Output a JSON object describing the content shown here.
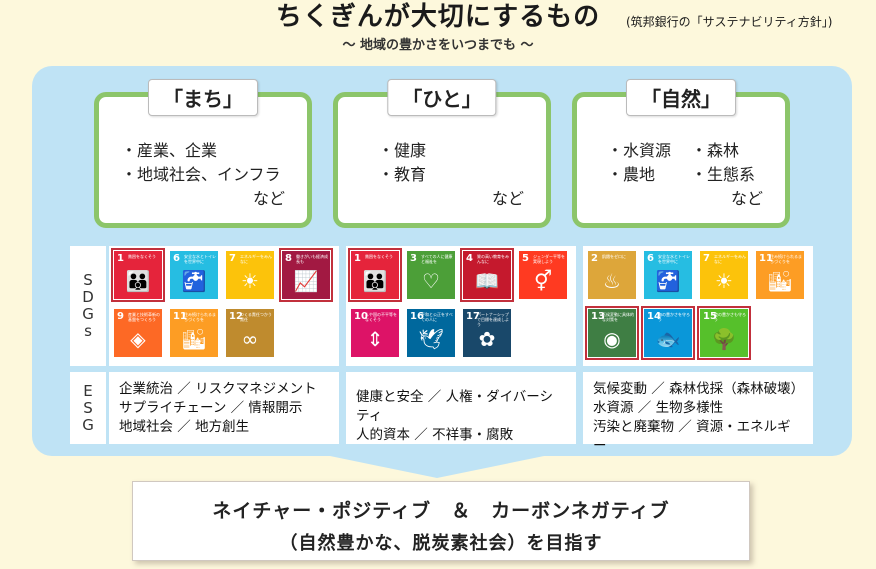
{
  "header": {
    "title": "ちくぎんが大切にするもの",
    "source": "(筑邦銀行の「サステナビリティ方針」)",
    "subtitle": "〜 地域の豊かさをいつまでも 〜"
  },
  "categories": [
    {
      "title": "「まち」",
      "items": [
        "・産業、企業",
        "・地域社会、インフラ"
      ],
      "etc": "など"
    },
    {
      "title": "「ひと」",
      "items": [
        "・健康",
        "・教育"
      ],
      "etc": "など"
    },
    {
      "title": "「自然」",
      "col1": [
        "・水資源",
        "・農地"
      ],
      "col2": [
        "・森林",
        "・生態系"
      ],
      "etc": "など"
    }
  ],
  "labels": {
    "sdgs": [
      "S",
      "D",
      "G",
      "s"
    ],
    "esg": [
      "E",
      "S",
      "G"
    ]
  },
  "sdg_groups": [
    [
      {
        "num": "1",
        "label": "貧困をなくそう",
        "color": "#e5243b",
        "icon": "people-icon",
        "glyph": "👪",
        "highlight": true
      },
      {
        "num": "6",
        "label": "安全な水とトイレを世界中に",
        "color": "#26bde2",
        "icon": "water-icon",
        "glyph": "🚰",
        "highlight": false
      },
      {
        "num": "7",
        "label": "エネルギーをみんなに",
        "color": "#fcc30b",
        "icon": "sun-icon",
        "glyph": "☀",
        "highlight": false
      },
      {
        "num": "8",
        "label": "働きがいも経済成長も",
        "color": "#a21942",
        "icon": "growth-chart-icon",
        "glyph": "📈",
        "highlight": true
      },
      {
        "num": "9",
        "label": "産業と技術革新の基盤をつくろう",
        "color": "#fd6925",
        "icon": "cubes-icon",
        "glyph": "◈",
        "highlight": false
      },
      {
        "num": "11",
        "label": "住み続けられるまちづくりを",
        "color": "#fd9d24",
        "icon": "city-icon",
        "glyph": "🏙",
        "highlight": false
      },
      {
        "num": "12",
        "label": "つくる責任つかう責任",
        "color": "#bf8b2e",
        "icon": "infinity-icon",
        "glyph": "∞",
        "highlight": false
      }
    ],
    [
      {
        "num": "1",
        "label": "貧困をなくそう",
        "color": "#e5243b",
        "icon": "people-icon",
        "glyph": "👪",
        "highlight": true
      },
      {
        "num": "3",
        "label": "すべての人に健康と福祉を",
        "color": "#4c9f38",
        "icon": "heartbeat-icon",
        "glyph": "♡",
        "highlight": false
      },
      {
        "num": "4",
        "label": "質の高い教育をみんなに",
        "color": "#c5192d",
        "icon": "book-icon",
        "glyph": "📖",
        "highlight": true
      },
      {
        "num": "5",
        "label": "ジェンダー平等を実現しよう",
        "color": "#ff3a21",
        "icon": "gender-icon",
        "glyph": "⚥",
        "highlight": false
      },
      {
        "num": "10",
        "label": "人や国の不平等をなくそう",
        "color": "#dd1367",
        "icon": "equality-icon",
        "glyph": "⇕",
        "highlight": false
      },
      {
        "num": "16",
        "label": "平和と公正をすべての人に",
        "color": "#00689d",
        "icon": "dove-icon",
        "glyph": "🕊",
        "highlight": false
      },
      {
        "num": "17",
        "label": "パートナーシップで目標を達成しよう",
        "color": "#19486a",
        "icon": "partnership-icon",
        "glyph": "✿",
        "highlight": false
      }
    ],
    [
      {
        "num": "2",
        "label": "飢餓をゼロに",
        "color": "#dda63a",
        "icon": "bowl-icon",
        "glyph": "♨",
        "highlight": false
      },
      {
        "num": "6",
        "label": "安全な水とトイレを世界中に",
        "color": "#26bde2",
        "icon": "water-icon",
        "glyph": "🚰",
        "highlight": false
      },
      {
        "num": "7",
        "label": "エネルギーをみんなに",
        "color": "#fcc30b",
        "icon": "sun-icon",
        "glyph": "☀",
        "highlight": false
      },
      {
        "num": "11",
        "label": "住み続けられるまちづくりを",
        "color": "#fd9d24",
        "icon": "city-icon",
        "glyph": "🏙",
        "highlight": false
      },
      {
        "num": "13",
        "label": "気候変動に具体的な対策を",
        "color": "#3f7e44",
        "icon": "eye-globe-icon",
        "glyph": "◉",
        "highlight": true
      },
      {
        "num": "14",
        "label": "海の豊かさを守ろう",
        "color": "#0a97d9",
        "icon": "fish-icon",
        "glyph": "🐟",
        "highlight": true
      },
      {
        "num": "15",
        "label": "陸の豊かさも守ろう",
        "color": "#56c02b",
        "icon": "tree-icon",
        "glyph": "🌳",
        "highlight": true
      }
    ]
  ],
  "esg_groups": [
    [
      "企業統治 ／ リスクマネジメント",
      "サプライチェーン ／ 情報開示",
      "地域社会 ／ 地方創生"
    ],
    [
      "健康と安全 ／ 人権・ダイバーシティ",
      "人的資本 ／ 不祥事・腐敗"
    ],
    [
      "気候変動 ／ 森林伐採（森林破壊）",
      "水資源 ／ 生物多様性",
      "汚染と廃棄物 ／ 資源・エネルギー"
    ]
  ],
  "goal": {
    "line1": "ネイチャー・ポジティブ　＆　カーボンネガティブ",
    "line2": "（自然豊かな、脱炭素社会）を目指す"
  }
}
